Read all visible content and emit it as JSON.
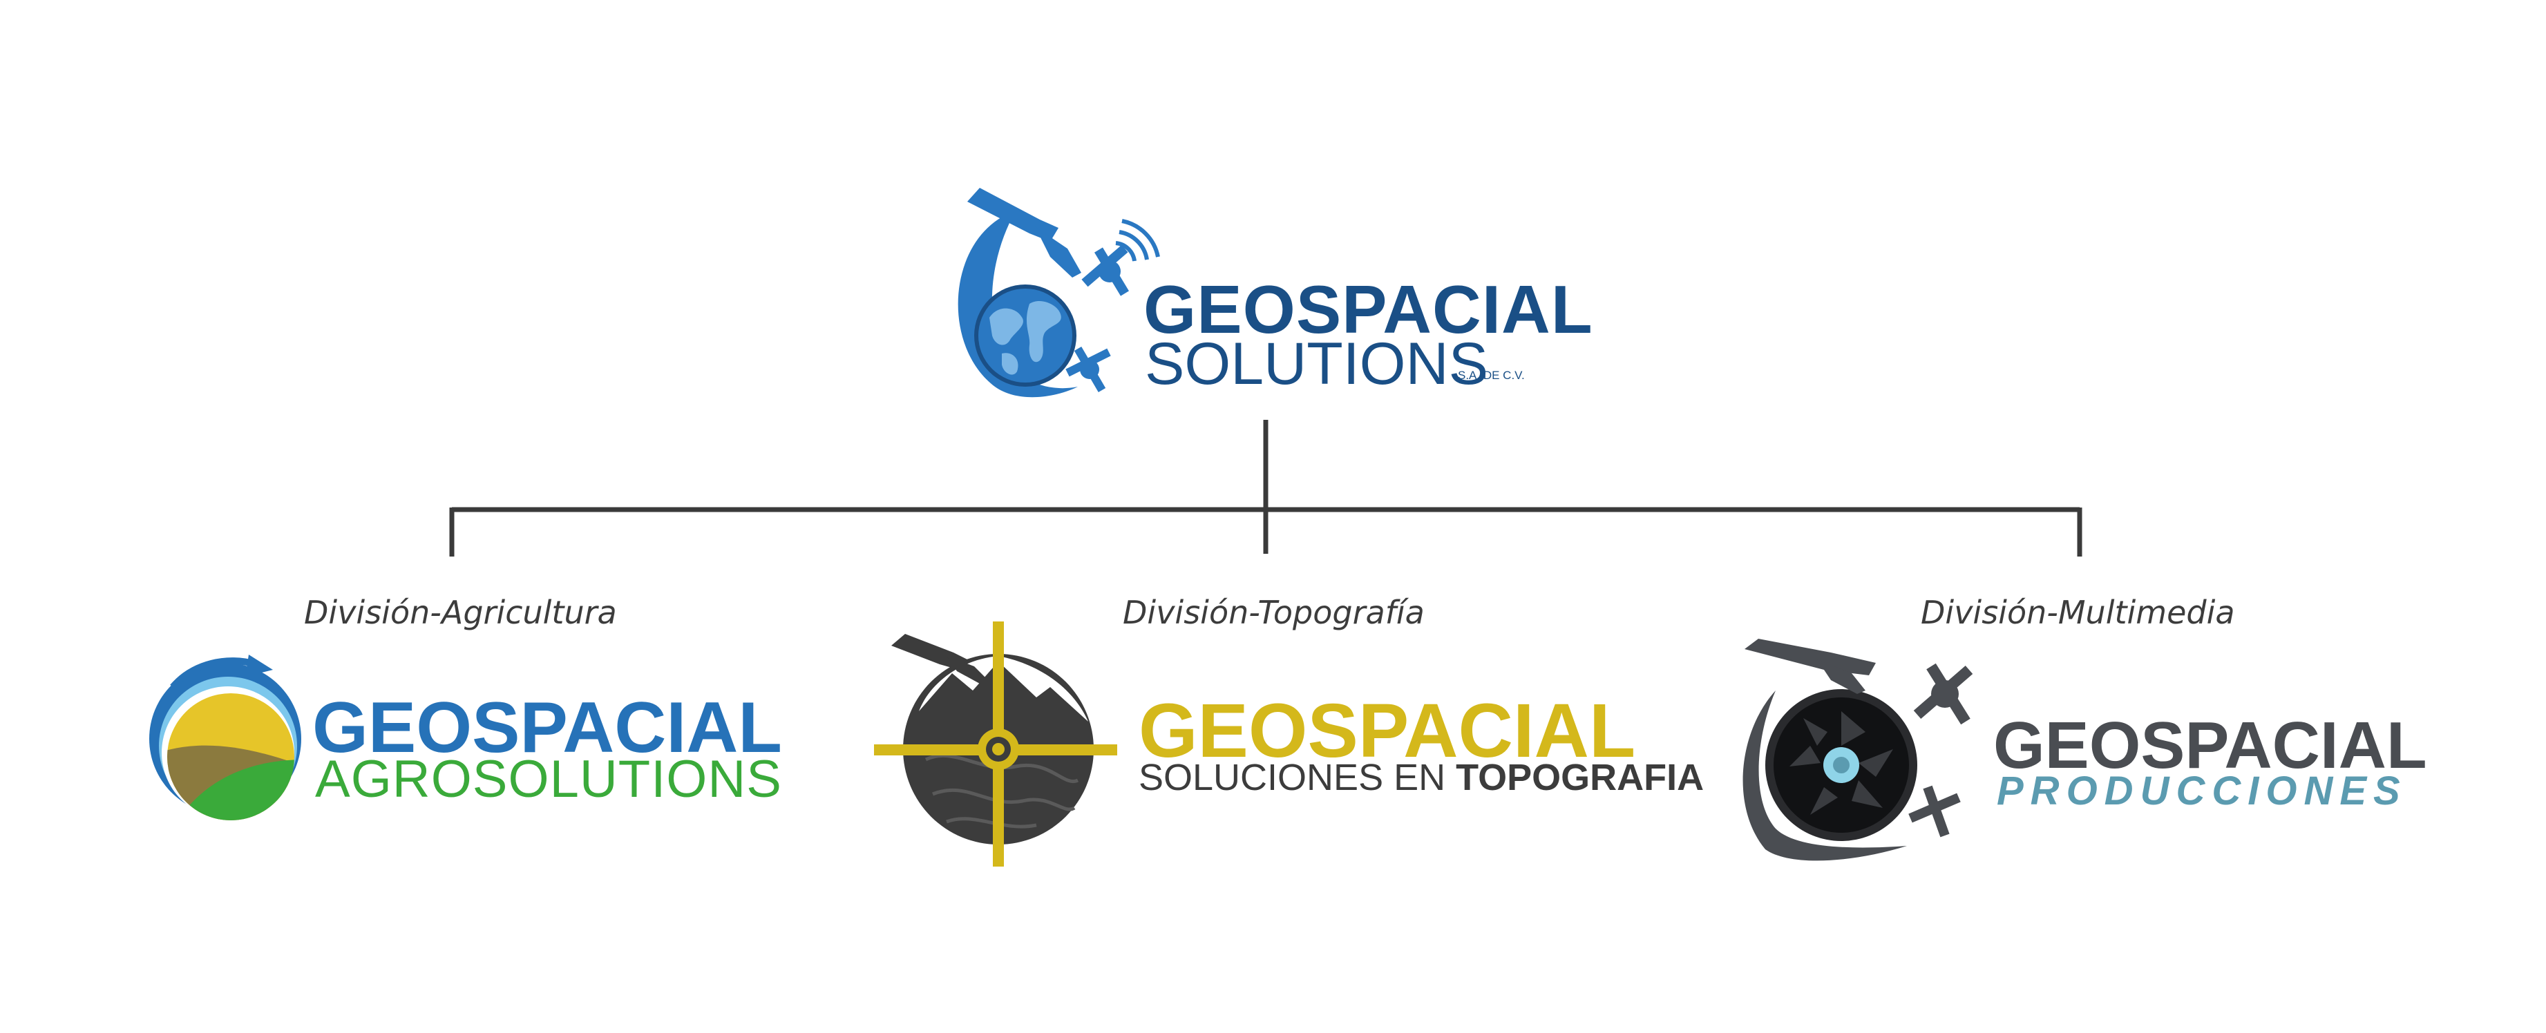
{
  "colors": {
    "parent_blue": "#1a4f86",
    "parent_accent": "#2a78c2",
    "agro_blue": "#2672b8",
    "agro_green": "#3aaa3a",
    "agro_sun": "#e6c529",
    "agro_olive": "#8b7a3e",
    "topo_gold": "#d4b81b",
    "topo_dark": "#3c3c3c",
    "multi_dark": "#4a4d52",
    "multi_teal": "#5b9bb0",
    "connector": "#3a3a3a",
    "label_text": "#3c3c3c"
  },
  "parent": {
    "name_line1": "GEOSPACIAL",
    "name_line2": "SOLUTIONS",
    "legal": "S.A. DE C.V.",
    "icon": "drone-globe-icon"
  },
  "divisions": [
    {
      "label": "División-Agricultura",
      "name_line1": "GEOSPACIAL",
      "name_line2": "AGROSOLUTIONS",
      "icon": "field-sun-icon"
    },
    {
      "label": "División-Topografía",
      "name_line1": "GEOSPACIAL",
      "name_line2a": "SOLUCIONES EN ",
      "name_line2b": "TOPOGRAFIA",
      "icon": "crosshair-mountain-icon"
    },
    {
      "label": "División-Multimedia",
      "name_line1": "GEOSPACIAL",
      "name_line2": "PRODUCCIONES",
      "icon": "drone-camera-icon"
    }
  ]
}
